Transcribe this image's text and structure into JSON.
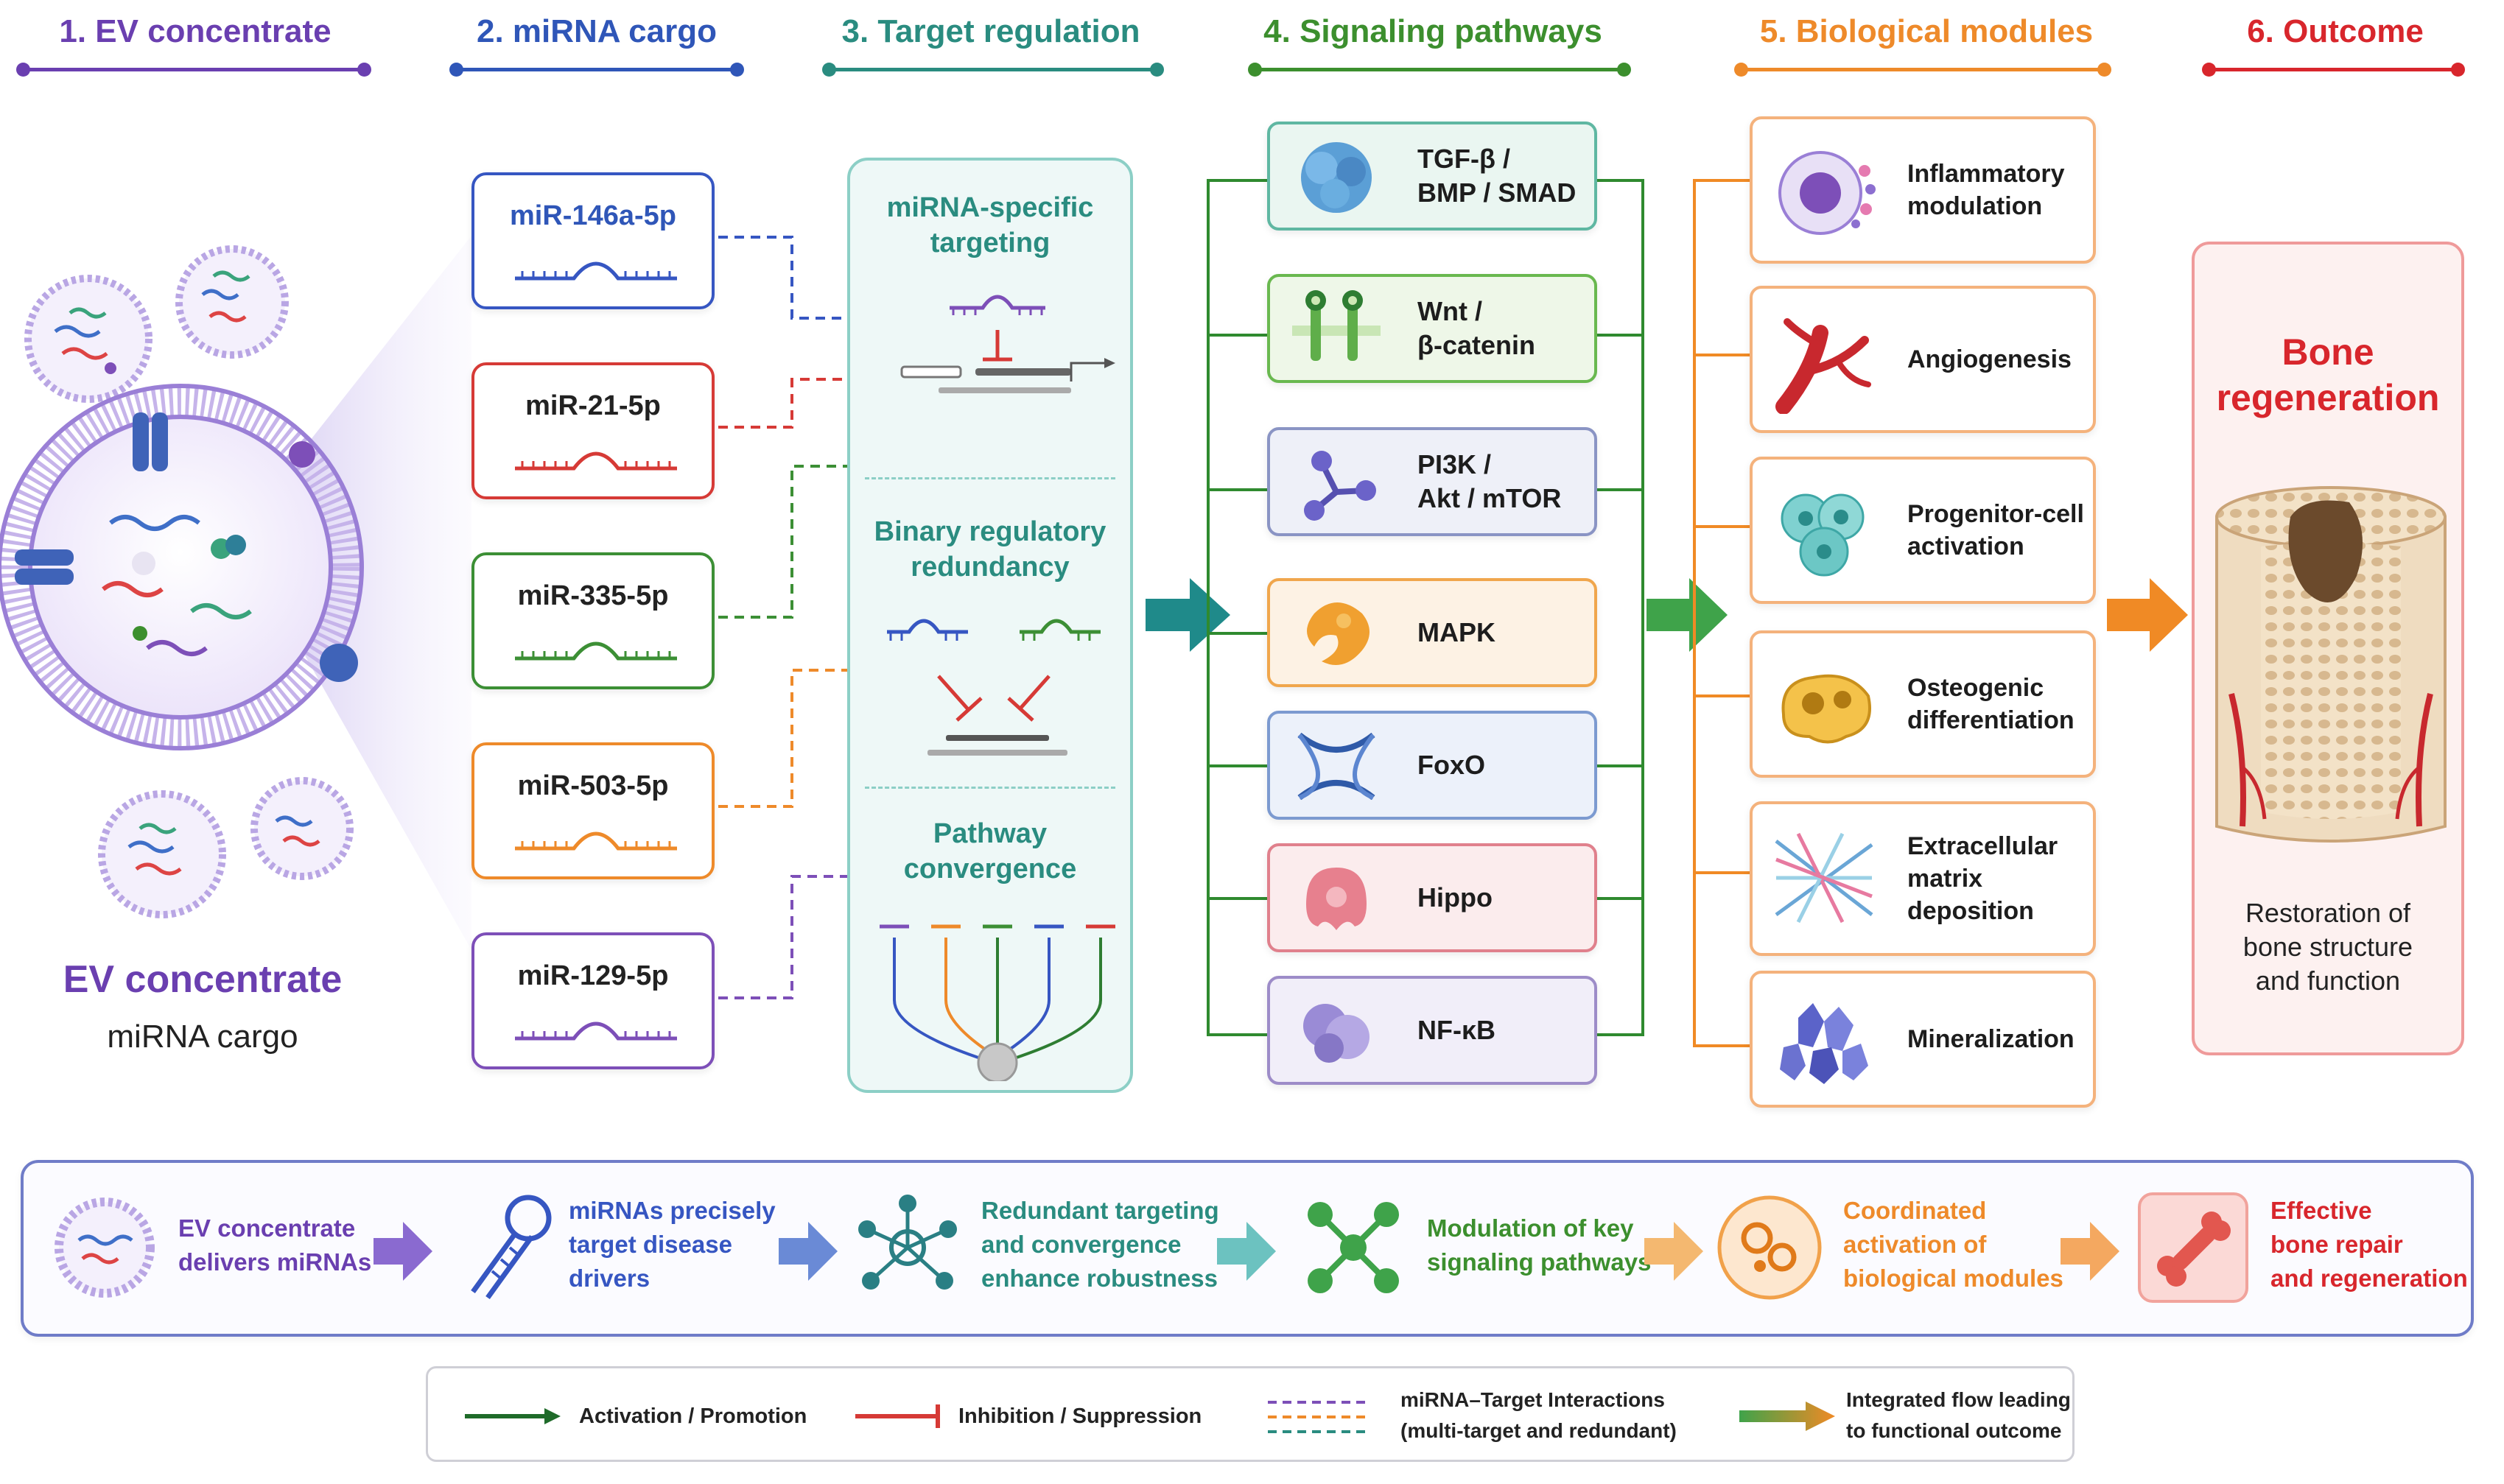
{
  "headers": [
    {
      "label": "1. EV concentrate",
      "color": "#6a3fb0"
    },
    {
      "label": "2. miRNA cargo",
      "color": "#2f56b8"
    },
    {
      "label": "3. Target regulation",
      "color": "#2a8c80"
    },
    {
      "label": "4. Signaling pathways",
      "color": "#3c8f2e"
    },
    {
      "label": "5. Biological modules",
      "color": "#ee8a2a"
    },
    {
      "label": "6. Outcome",
      "color": "#d8262c"
    }
  ],
  "ev": {
    "title": "EV concentrate",
    "subtitle": "miRNA cargo"
  },
  "mirnas": [
    {
      "label": "miR-146a-5p",
      "color": "#3656c2"
    },
    {
      "label": "miR-21-5p",
      "color": "#d63a36"
    },
    {
      "label": "miR-335-5p",
      "color": "#3c8f35"
    },
    {
      "label": "miR-503-5p",
      "color": "#ee8a2a"
    },
    {
      "label": "miR-129-5p",
      "color": "#7d4fb8"
    }
  ],
  "target_regulation": {
    "sections": [
      "miRNA-specific\ntargeting",
      "Binary regulatory\nredundancy",
      "Pathway\nconvergence"
    ]
  },
  "pathways": [
    {
      "label": "TGF-β /\nBMP / SMAD",
      "color": "#5fb7a2",
      "bg": "#eaf6f1",
      "icon": "tgf-icon"
    },
    {
      "label": "Wnt /\nβ-catenin",
      "color": "#69b84f",
      "bg": "#eef7e8",
      "icon": "wnt-receptor-icon"
    },
    {
      "label": "PI3K /\nAkt / mTOR",
      "color": "#8a94c4",
      "bg": "#eef0f8",
      "icon": "pi3k-molecule-icon"
    },
    {
      "label": "MAPK",
      "color": "#f0a64c",
      "bg": "#fdf2e4",
      "icon": "mapk-protein-icon"
    },
    {
      "label": "FoxO",
      "color": "#7c9ad0",
      "bg": "#ecf1fa",
      "icon": "dna-helix-icon"
    },
    {
      "label": "Hippo",
      "color": "#e0808c",
      "bg": "#fbeced",
      "icon": "hippo-protein-icon"
    },
    {
      "label": "NF-κB",
      "color": "#9d8cc8",
      "bg": "#f1eef9",
      "icon": "nfkb-protein-icon"
    }
  ],
  "modules": [
    {
      "label": "Inflammatory\nmodulation",
      "icon": "immune-cell-icon"
    },
    {
      "label": "Angiogenesis",
      "icon": "blood-vessel-icon"
    },
    {
      "label": "Progenitor-cell\nactivation",
      "icon": "progenitor-cells-icon"
    },
    {
      "label": "Osteogenic\ndifferentiation",
      "icon": "osteoblast-icon"
    },
    {
      "label": "Extracellular\nmatrix\ndeposition",
      "icon": "ecm-fibers-icon"
    },
    {
      "label": "Mineralization",
      "icon": "mineral-crystals-icon"
    }
  ],
  "outcome": {
    "title": "Bone\nregeneration",
    "desc": "Restoration of\nbone structure\nand function"
  },
  "summary": [
    {
      "text": "EV concentrate\ndelivers miRNAs",
      "color": "#6a3fb0"
    },
    {
      "text": "miRNAs precisely\ntarget disease\ndrivers",
      "color": "#3656c2"
    },
    {
      "text": "Redundant targeting\nand convergence\nenhance robustness",
      "color": "#2a8c80"
    },
    {
      "text": "Modulation of key\nsignaling pathways",
      "color": "#3c8f2e"
    },
    {
      "text": "Coordinated\nactivation of\nbiological modules",
      "color": "#ee8a2a"
    },
    {
      "text": "Effective\nbone repair\nand regeneration",
      "color": "#d8262c"
    }
  ],
  "legend": [
    {
      "label": "Activation / Promotion"
    },
    {
      "label": "Inhibition / Suppression"
    },
    {
      "label": "miRNA–Target Interactions\n(multi-target and redundant)"
    },
    {
      "label": "Integrated flow leading\nto functional outcome"
    }
  ]
}
